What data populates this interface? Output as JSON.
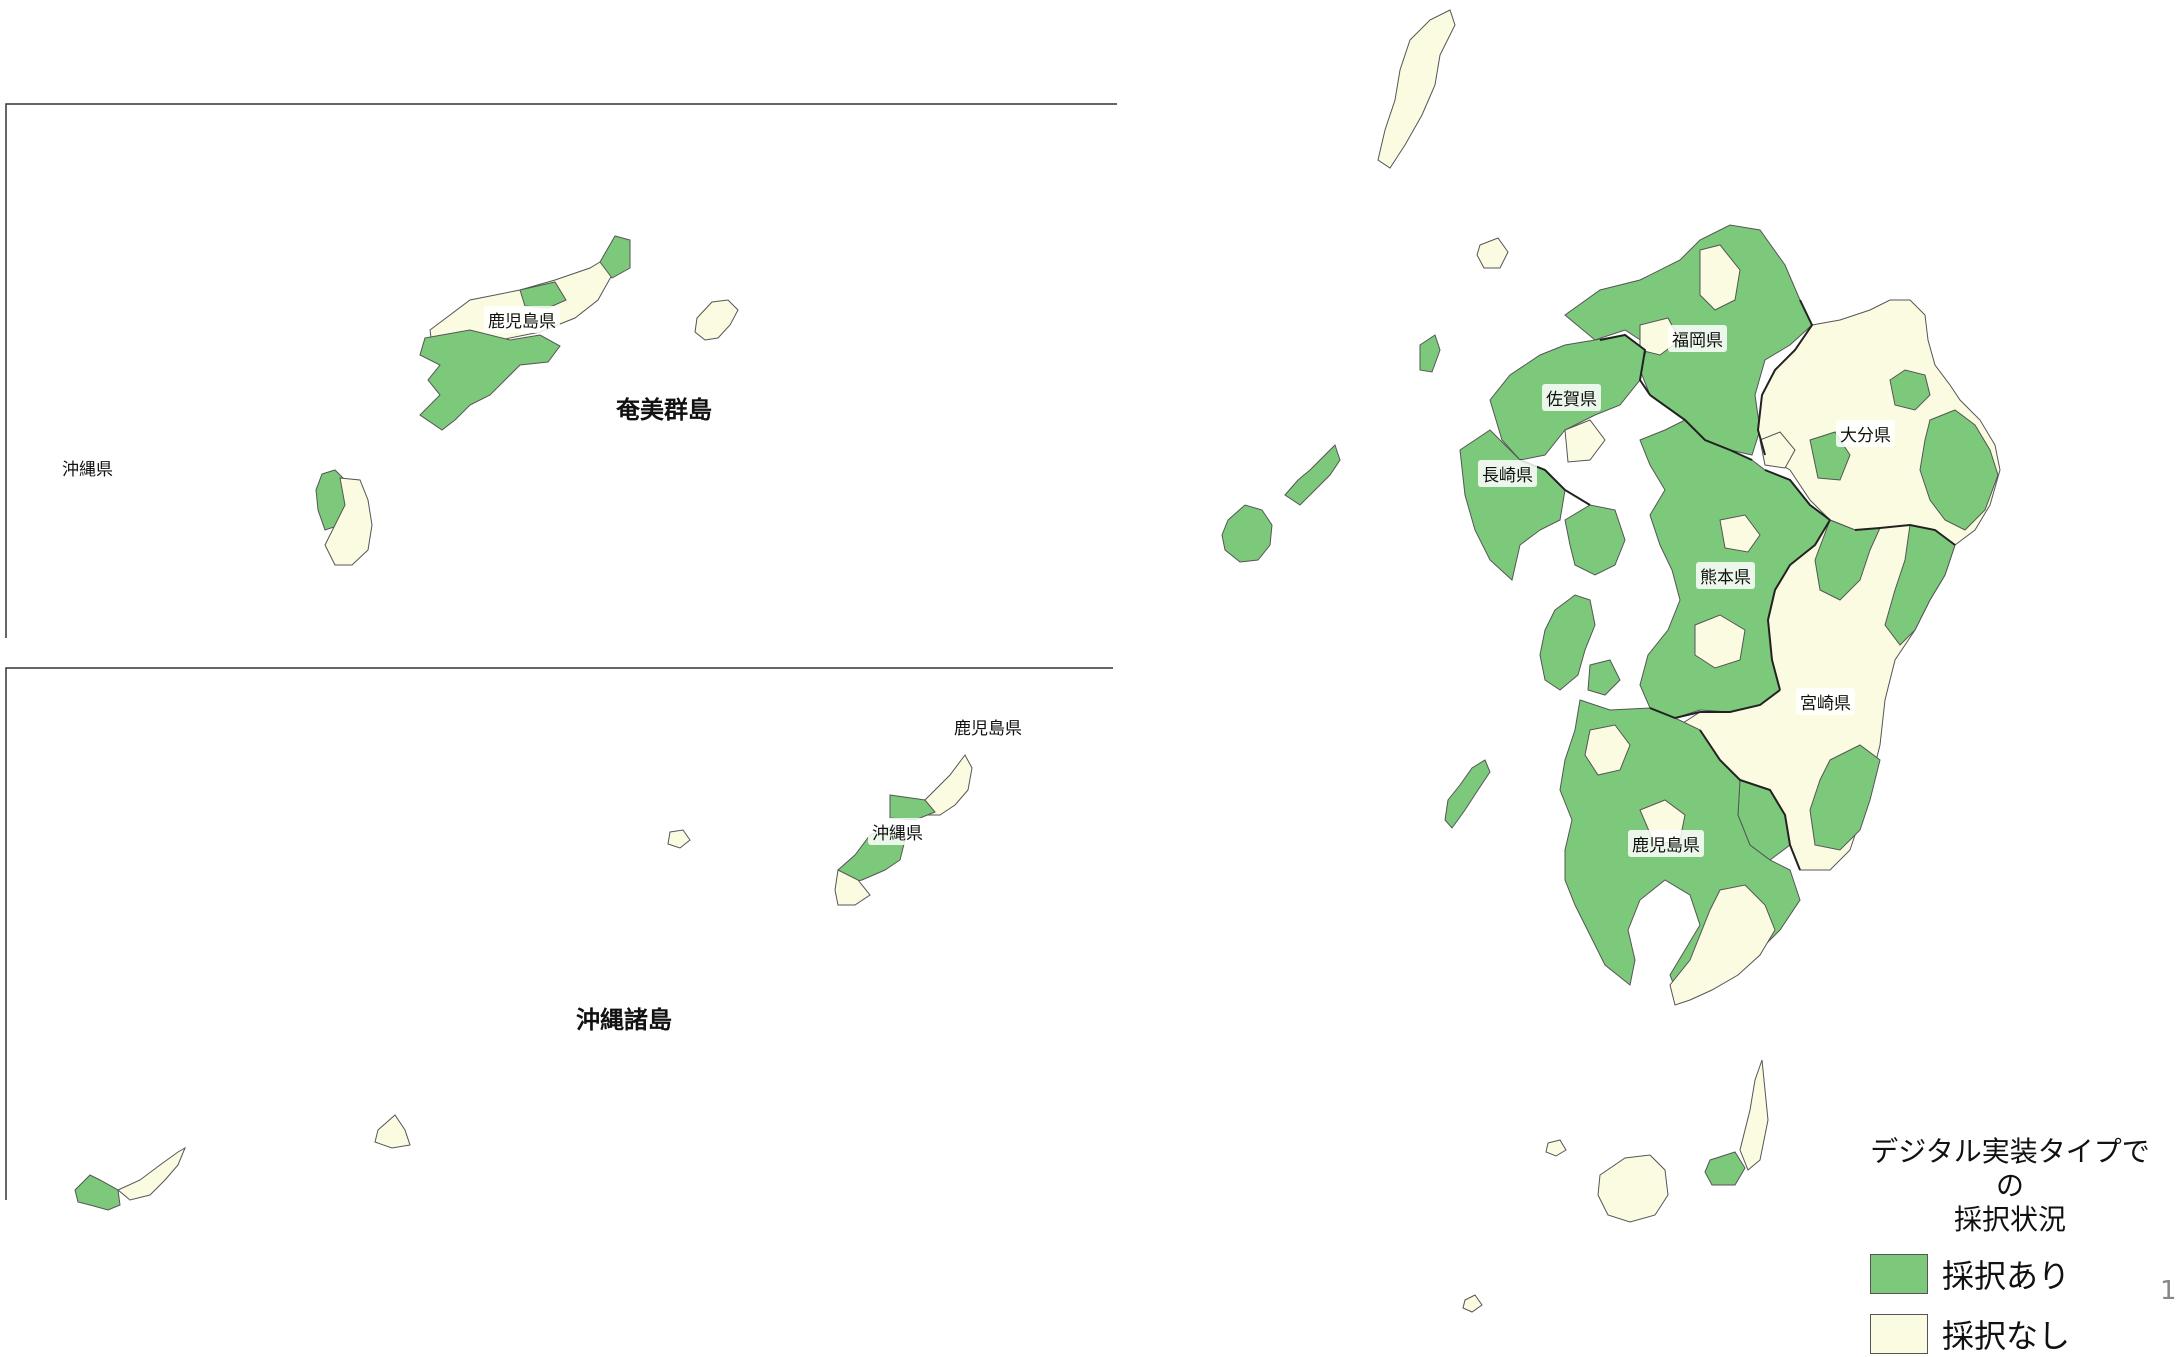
{
  "colors": {
    "adopted": "#7dc97c",
    "not_adopted": "#fbfbe2",
    "outline": "#555555",
    "frame": "#333333"
  },
  "legend": {
    "title_line1": "デジタル実装タイプでの",
    "title_line2": "採択状況",
    "items": [
      {
        "label": "採択あり",
        "color": "#7dc97c"
      },
      {
        "label": "採択なし",
        "color": "#fbfbe2"
      }
    ]
  },
  "insets": {
    "amami": {
      "name": "奄美群島",
      "prefecture_labels": {
        "kagoshima": "鹿児島県",
        "okinawa": "沖縄県"
      }
    },
    "okinawa": {
      "name": "沖縄諸島",
      "prefecture_labels": {
        "kagoshima": "鹿児島県",
        "okinawa": "沖縄県"
      }
    }
  },
  "prefectures": {
    "fukuoka": "福岡県",
    "saga": "佐賀県",
    "nagasaki": "長崎県",
    "oita": "大分県",
    "kumamoto": "熊本県",
    "miyazaki": "宮崎県",
    "kagoshima": "鹿児島県"
  },
  "page_number": "1"
}
